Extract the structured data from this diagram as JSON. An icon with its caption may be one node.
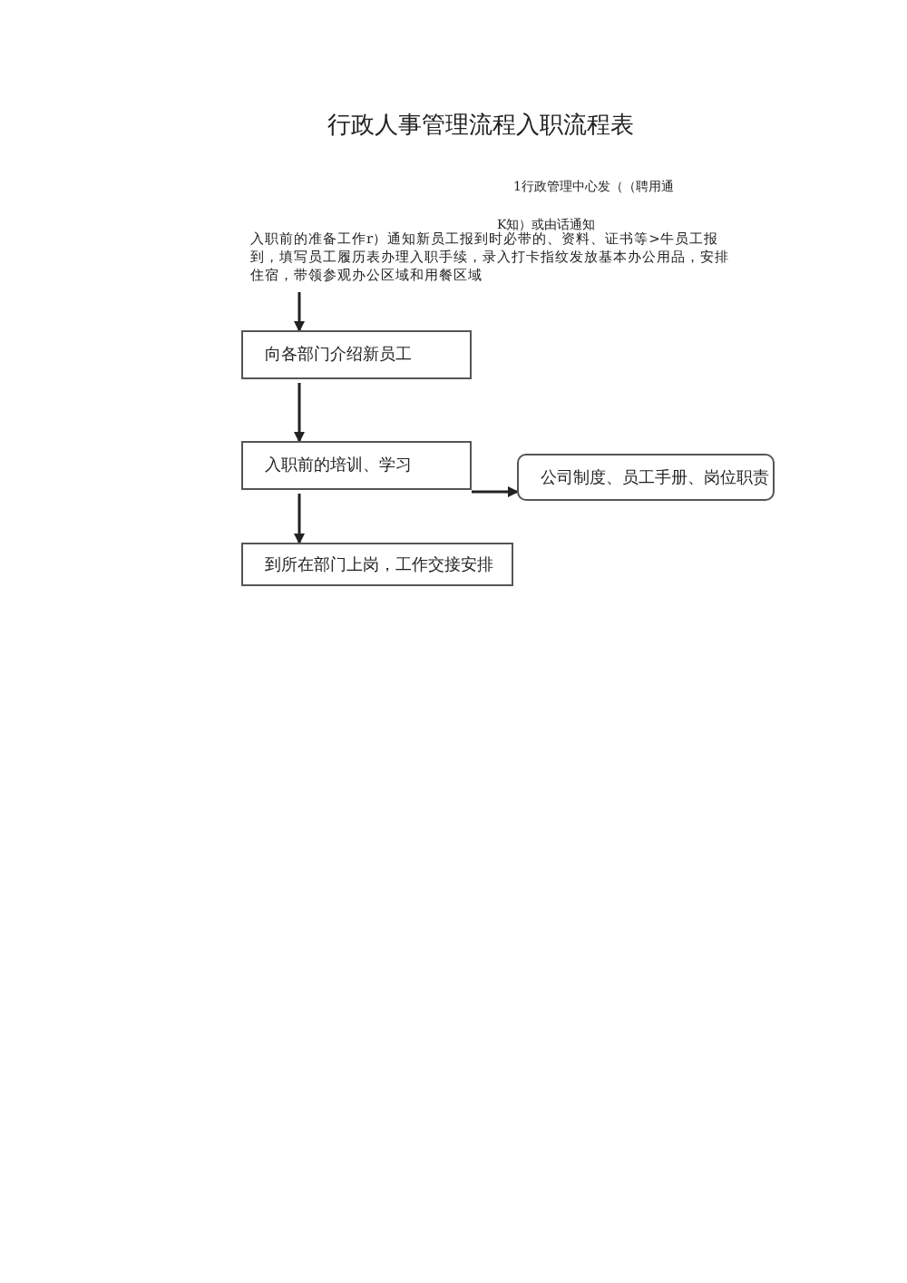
{
  "diagram": {
    "title": "行政人事管理流程入职流程表",
    "nodes": [
      {
        "text": [
          "入职前的准备工作r）通知新员工报到时必带的、资料、证书等>牛员工报到，填写员工履历表办理入职手续，录入打卡指纹发放基本办公用品，安排住宿，带领参观办公区域和用餐区域"
        ]
      },
      {
        "text": [
          "向各部门介绍新员工"
        ]
      },
      {
        "text": [
          "入职前的培训、学习"
        ]
      },
      {
        "text": [
          "公司制度、员工手册、岗位职责"
        ]
      },
      {
        "text": [
          "到所在部门上岗，工作交接安排"
        ]
      }
    ],
    "edges": [
      {
        "from": 0,
        "to": 1,
        "arrow": "to"
      },
      {
        "from": 1,
        "to": 2,
        "arrow": "to"
      },
      {
        "from": 2,
        "to": 3,
        "arrow": "to"
      },
      {
        "from": 2,
        "to": 4,
        "arrow": "to"
      }
    ],
    "labels": [
      "1行政管理中心发（（聘用通",
      "K知）或由话通知"
    ]
  }
}
